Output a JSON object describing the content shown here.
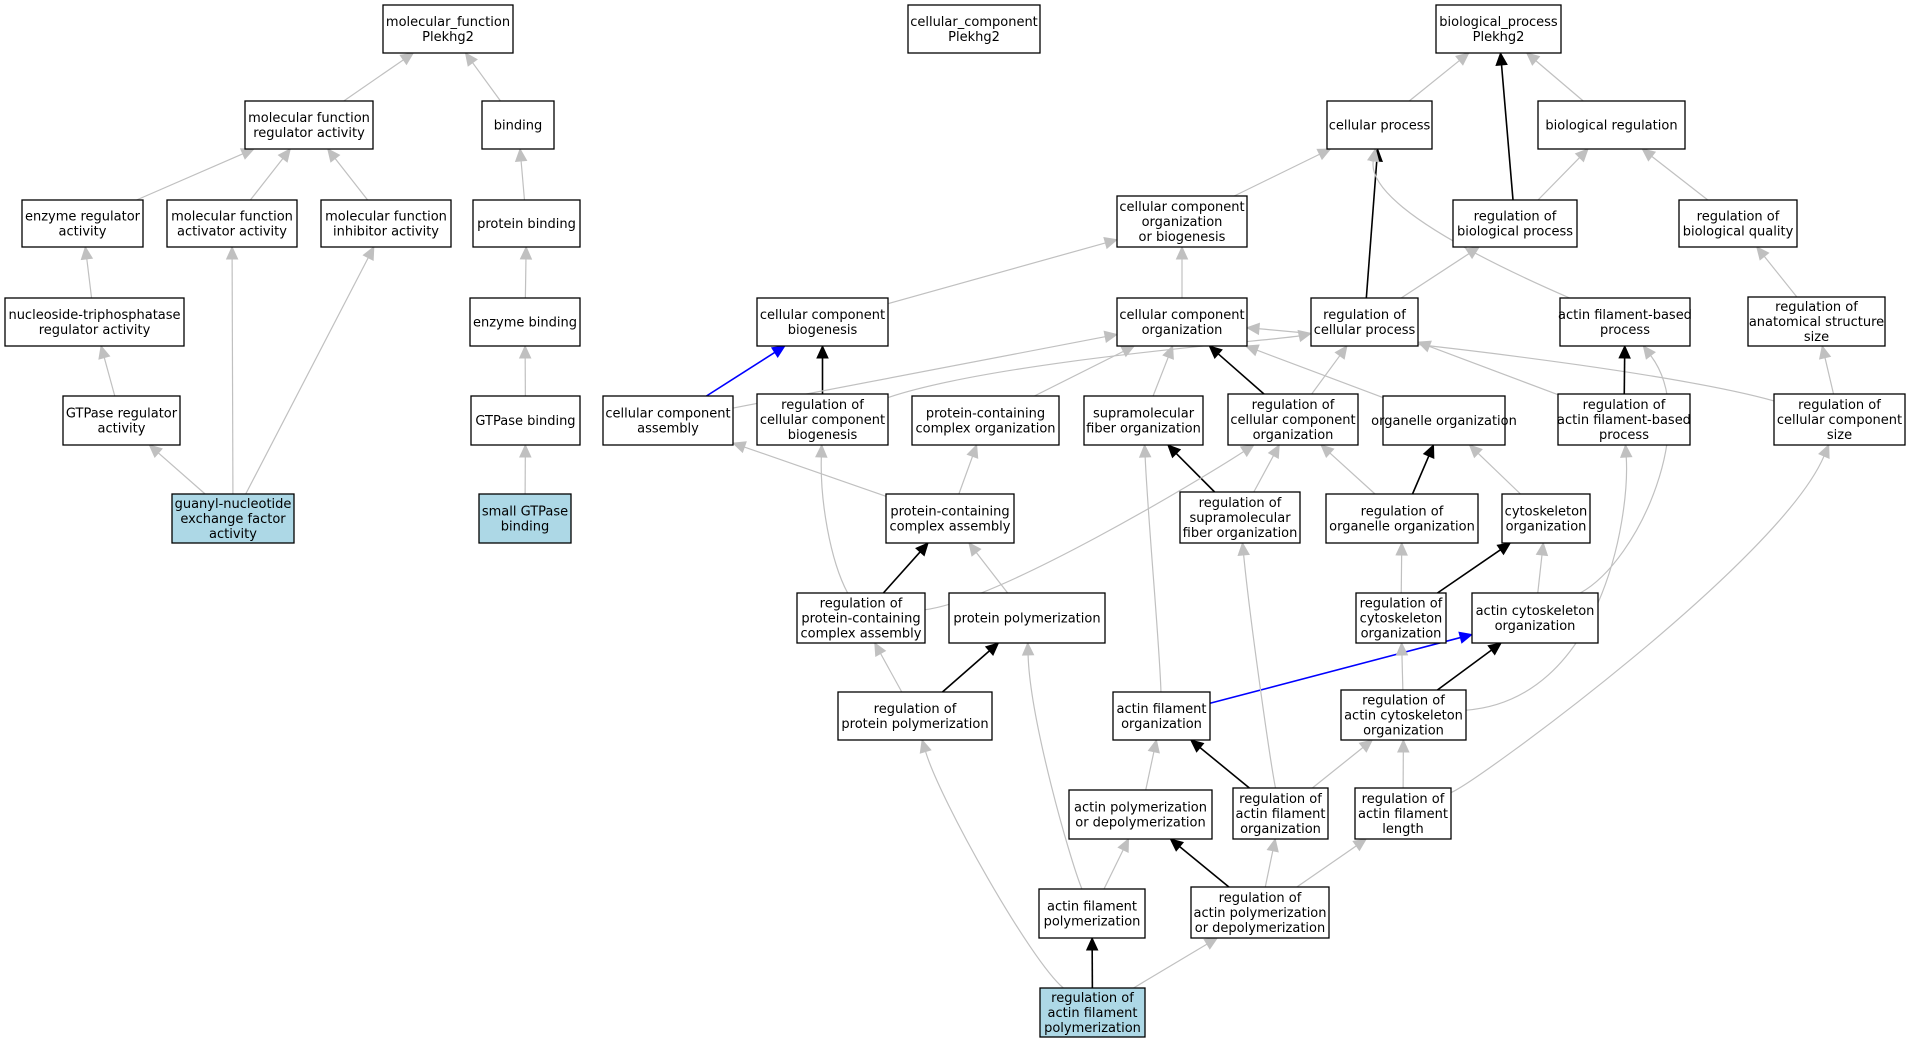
{
  "colors": {
    "node_fill": "#ffffff",
    "highlight_fill": "#add8e6",
    "edge_default": "#c0c0c0",
    "edge_black": "#000000",
    "edge_blue": "#0000ff"
  },
  "nodes": [
    {
      "id": "mf_root",
      "lines": [
        "molecular_function",
        "Plekhg2"
      ],
      "highlight": false
    },
    {
      "id": "cc_root",
      "lines": [
        "cellular_component",
        "Plekhg2"
      ],
      "highlight": false
    },
    {
      "id": "bp_root",
      "lines": [
        "biological_process",
        "Plekhg2"
      ],
      "highlight": false
    },
    {
      "id": "mf_reg",
      "lines": [
        "molecular function",
        "regulator activity"
      ],
      "highlight": false
    },
    {
      "id": "binding",
      "lines": [
        "binding"
      ],
      "highlight": false
    },
    {
      "id": "cell_proc",
      "lines": [
        "cellular process"
      ],
      "highlight": false
    },
    {
      "id": "bio_reg",
      "lines": [
        "biological regulation"
      ],
      "highlight": false
    },
    {
      "id": "enz_reg",
      "lines": [
        "enzyme regulator",
        "activity"
      ],
      "highlight": false
    },
    {
      "id": "mf_act",
      "lines": [
        "molecular function",
        "activator activity"
      ],
      "highlight": false
    },
    {
      "id": "mf_inh",
      "lines": [
        "molecular function",
        "inhibitor activity"
      ],
      "highlight": false
    },
    {
      "id": "prot_bind",
      "lines": [
        "protein binding"
      ],
      "highlight": false
    },
    {
      "id": "ccob",
      "lines": [
        "cellular component",
        "organization",
        "or biogenesis"
      ],
      "highlight": false
    },
    {
      "id": "reg_bp",
      "lines": [
        "regulation of",
        "biological process"
      ],
      "highlight": false
    },
    {
      "id": "reg_bq",
      "lines": [
        "regulation of",
        "biological quality"
      ],
      "highlight": false
    },
    {
      "id": "ntp_reg",
      "lines": [
        "nucleoside-triphosphatase",
        "regulator activity"
      ],
      "highlight": false
    },
    {
      "id": "enz_bind",
      "lines": [
        "enzyme binding"
      ],
      "highlight": false
    },
    {
      "id": "cc_biog",
      "lines": [
        "cellular component",
        "biogenesis"
      ],
      "highlight": false
    },
    {
      "id": "cc_org",
      "lines": [
        "cellular component",
        "organization"
      ],
      "highlight": false
    },
    {
      "id": "reg_cp",
      "lines": [
        "regulation of",
        "cellular process"
      ],
      "highlight": false
    },
    {
      "id": "afbp",
      "lines": [
        "actin filament-based",
        "process"
      ],
      "highlight": false
    },
    {
      "id": "reg_ass",
      "lines": [
        "regulation of",
        "anatomical structure",
        "size"
      ],
      "highlight": false
    },
    {
      "id": "gtpase_reg",
      "lines": [
        "GTPase regulator",
        "activity"
      ],
      "highlight": false
    },
    {
      "id": "gtpase_bind",
      "lines": [
        "GTPase binding"
      ],
      "highlight": false
    },
    {
      "id": "cc_assembly",
      "lines": [
        "cellular component",
        "assembly"
      ],
      "highlight": false
    },
    {
      "id": "reg_cc_biog",
      "lines": [
        "regulation of",
        "cellular component",
        "biogenesis"
      ],
      "highlight": false
    },
    {
      "id": "pcc_org",
      "lines": [
        "protein-containing",
        "complex organization"
      ],
      "highlight": false
    },
    {
      "id": "smf_org",
      "lines": [
        "supramolecular",
        "fiber organization"
      ],
      "highlight": false
    },
    {
      "id": "reg_cc_org",
      "lines": [
        "regulation of",
        "cellular component",
        "organization"
      ],
      "highlight": false
    },
    {
      "id": "org_org",
      "lines": [
        "organelle organization"
      ],
      "highlight": false
    },
    {
      "id": "reg_afbp",
      "lines": [
        "regulation of",
        "actin filament-based",
        "process"
      ],
      "highlight": false
    },
    {
      "id": "reg_ccs",
      "lines": [
        "regulation of",
        "cellular component",
        "size"
      ],
      "highlight": false
    },
    {
      "id": "gef",
      "lines": [
        "guanyl-nucleotide",
        "exchange factor",
        "activity"
      ],
      "highlight": true
    },
    {
      "id": "sgtp",
      "lines": [
        "small GTPase",
        "binding"
      ],
      "highlight": true
    },
    {
      "id": "pcc_ass",
      "lines": [
        "protein-containing",
        "complex assembly"
      ],
      "highlight": false
    },
    {
      "id": "reg_smf",
      "lines": [
        "regulation of",
        "supramolecular",
        "fiber organization"
      ],
      "highlight": false
    },
    {
      "id": "reg_oo",
      "lines": [
        "regulation of",
        "organelle organization"
      ],
      "highlight": false
    },
    {
      "id": "cyto_org",
      "lines": [
        "cytoskeleton",
        "organization"
      ],
      "highlight": false
    },
    {
      "id": "reg_pcca",
      "lines": [
        "regulation of",
        "protein-containing",
        "complex assembly"
      ],
      "highlight": false
    },
    {
      "id": "prot_poly",
      "lines": [
        "protein polymerization"
      ],
      "highlight": false
    },
    {
      "id": "reg_cyto",
      "lines": [
        "regulation of",
        "cytoskeleton",
        "organization"
      ],
      "highlight": false
    },
    {
      "id": "acyto_org",
      "lines": [
        "actin cytoskeleton",
        "organization"
      ],
      "highlight": false
    },
    {
      "id": "reg_pp",
      "lines": [
        "regulation of",
        "protein polymerization"
      ],
      "highlight": false
    },
    {
      "id": "af_org",
      "lines": [
        "actin filament",
        "organization"
      ],
      "highlight": false
    },
    {
      "id": "reg_aco",
      "lines": [
        "regulation of",
        "actin cytoskeleton",
        "organization"
      ],
      "highlight": false
    },
    {
      "id": "apd",
      "lines": [
        "actin polymerization",
        "or depolymerization"
      ],
      "highlight": false
    },
    {
      "id": "reg_afo",
      "lines": [
        "regulation of",
        "actin filament",
        "organization"
      ],
      "highlight": false
    },
    {
      "id": "reg_afl",
      "lines": [
        "regulation of",
        "actin filament",
        "length"
      ],
      "highlight": false
    },
    {
      "id": "af_poly",
      "lines": [
        "actin filament",
        "polymerization"
      ],
      "highlight": false
    },
    {
      "id": "reg_apd",
      "lines": [
        "regulation of",
        "actin polymerization",
        "or depolymerization"
      ],
      "highlight": false
    },
    {
      "id": "reg_afp",
      "lines": [
        "regulation of",
        "actin filament",
        "polymerization"
      ],
      "highlight": true
    }
  ],
  "edges": [
    {
      "from": "mf_reg",
      "to": "mf_root",
      "color": "gray"
    },
    {
      "from": "binding",
      "to": "mf_root",
      "color": "gray"
    },
    {
      "from": "cell_proc",
      "to": "bp_root",
      "color": "gray"
    },
    {
      "from": "bio_reg",
      "to": "bp_root",
      "color": "gray"
    },
    {
      "from": "reg_bp",
      "to": "bp_root",
      "color": "black"
    },
    {
      "from": "enz_reg",
      "to": "mf_reg",
      "color": "gray"
    },
    {
      "from": "mf_act",
      "to": "mf_reg",
      "color": "gray"
    },
    {
      "from": "mf_inh",
      "to": "mf_reg",
      "color": "gray"
    },
    {
      "from": "prot_bind",
      "to": "binding",
      "color": "gray"
    },
    {
      "from": "ccob",
      "to": "cell_proc",
      "color": "gray"
    },
    {
      "from": "reg_cp",
      "to": "cell_proc",
      "color": "black"
    },
    {
      "from": "afbp",
      "to": "cell_proc",
      "color": "gray"
    },
    {
      "from": "reg_bp",
      "to": "bio_reg",
      "color": "gray"
    },
    {
      "from": "reg_bq",
      "to": "bio_reg",
      "color": "gray"
    },
    {
      "from": "ntp_reg",
      "to": "enz_reg",
      "color": "gray"
    },
    {
      "from": "enz_bind",
      "to": "prot_bind",
      "color": "gray"
    },
    {
      "from": "cc_biog",
      "to": "ccob",
      "color": "gray"
    },
    {
      "from": "cc_org",
      "to": "ccob",
      "color": "gray"
    },
    {
      "from": "reg_cp",
      "to": "reg_bp",
      "color": "gray"
    },
    {
      "from": "reg_ass",
      "to": "reg_bq",
      "color": "gray"
    },
    {
      "from": "gtpase_reg",
      "to": "ntp_reg",
      "color": "gray"
    },
    {
      "from": "gtpase_bind",
      "to": "enz_bind",
      "color": "gray"
    },
    {
      "from": "cc_assembly",
      "to": "cc_biog",
      "color": "blue"
    },
    {
      "from": "reg_cc_biog",
      "to": "cc_biog",
      "color": "black"
    },
    {
      "from": "cc_assembly",
      "to": "cc_org",
      "color": "gray"
    },
    {
      "from": "pcc_org",
      "to": "cc_org",
      "color": "gray"
    },
    {
      "from": "smf_org",
      "to": "cc_org",
      "color": "gray"
    },
    {
      "from": "reg_cc_org",
      "to": "cc_org",
      "color": "black"
    },
    {
      "from": "org_org",
      "to": "cc_org",
      "color": "gray"
    },
    {
      "from": "reg_ccs",
      "to": "cc_org",
      "color": "gray"
    },
    {
      "from": "reg_cc_biog",
      "to": "reg_cp",
      "color": "gray"
    },
    {
      "from": "reg_cc_org",
      "to": "reg_cp",
      "color": "gray"
    },
    {
      "from": "reg_afbp",
      "to": "reg_cp",
      "color": "gray"
    },
    {
      "from": "reg_afbp",
      "to": "afbp",
      "color": "black"
    },
    {
      "from": "acyto_org",
      "to": "afbp",
      "color": "gray"
    },
    {
      "from": "reg_ccs",
      "to": "reg_ass",
      "color": "gray"
    },
    {
      "from": "gef",
      "to": "gtpase_reg",
      "color": "gray"
    },
    {
      "from": "gef",
      "to": "mf_act",
      "color": "gray"
    },
    {
      "from": "gef",
      "to": "mf_inh",
      "color": "gray"
    },
    {
      "from": "sgtp",
      "to": "gtpase_bind",
      "color": "gray"
    },
    {
      "from": "pcc_ass",
      "to": "cc_assembly",
      "color": "gray"
    },
    {
      "from": "pcc_ass",
      "to": "pcc_org",
      "color": "gray"
    },
    {
      "from": "reg_smf",
      "to": "smf_org",
      "color": "black"
    },
    {
      "from": "reg_smf",
      "to": "reg_cc_org",
      "color": "gray"
    },
    {
      "from": "reg_oo",
      "to": "reg_cc_org",
      "color": "gray"
    },
    {
      "from": "reg_oo",
      "to": "org_org",
      "color": "black"
    },
    {
      "from": "cyto_org",
      "to": "org_org",
      "color": "gray"
    },
    {
      "from": "reg_pcca",
      "to": "reg_cc_biog",
      "color": "gray"
    },
    {
      "from": "reg_pcca",
      "to": "pcc_ass",
      "color": "black"
    },
    {
      "from": "reg_pcca",
      "to": "reg_cc_org",
      "color": "gray"
    },
    {
      "from": "prot_poly",
      "to": "pcc_ass",
      "color": "gray"
    },
    {
      "from": "reg_cyto",
      "to": "reg_oo",
      "color": "gray"
    },
    {
      "from": "reg_cyto",
      "to": "cyto_org",
      "color": "black"
    },
    {
      "from": "acyto_org",
      "to": "cyto_org",
      "color": "gray"
    },
    {
      "from": "reg_pp",
      "to": "reg_pcca",
      "color": "gray"
    },
    {
      "from": "reg_pp",
      "to": "prot_poly",
      "color": "black"
    },
    {
      "from": "af_org",
      "to": "smf_org",
      "color": "gray"
    },
    {
      "from": "af_org",
      "to": "acyto_org",
      "color": "blue"
    },
    {
      "from": "reg_aco",
      "to": "reg_cyto",
      "color": "gray"
    },
    {
      "from": "reg_aco",
      "to": "acyto_org",
      "color": "black"
    },
    {
      "from": "reg_aco",
      "to": "reg_afbp",
      "color": "gray"
    },
    {
      "from": "apd",
      "to": "af_org",
      "color": "gray"
    },
    {
      "from": "reg_afo",
      "to": "af_org",
      "color": "black"
    },
    {
      "from": "reg_afo",
      "to": "reg_smf",
      "color": "gray"
    },
    {
      "from": "reg_afo",
      "to": "reg_aco",
      "color": "gray"
    },
    {
      "from": "reg_afl",
      "to": "reg_aco",
      "color": "gray"
    },
    {
      "from": "reg_afl",
      "to": "reg_ccs",
      "color": "gray"
    },
    {
      "from": "af_poly",
      "to": "apd",
      "color": "gray"
    },
    {
      "from": "af_poly",
      "to": "prot_poly",
      "color": "gray"
    },
    {
      "from": "reg_apd",
      "to": "apd",
      "color": "black"
    },
    {
      "from": "reg_apd",
      "to": "reg_afo",
      "color": "gray"
    },
    {
      "from": "reg_apd",
      "to": "reg_afl",
      "color": "gray"
    },
    {
      "from": "reg_afp",
      "to": "af_poly",
      "color": "black"
    },
    {
      "from": "reg_afp",
      "to": "reg_apd",
      "color": "gray"
    },
    {
      "from": "reg_afp",
      "to": "reg_pp",
      "color": "gray"
    }
  ]
}
